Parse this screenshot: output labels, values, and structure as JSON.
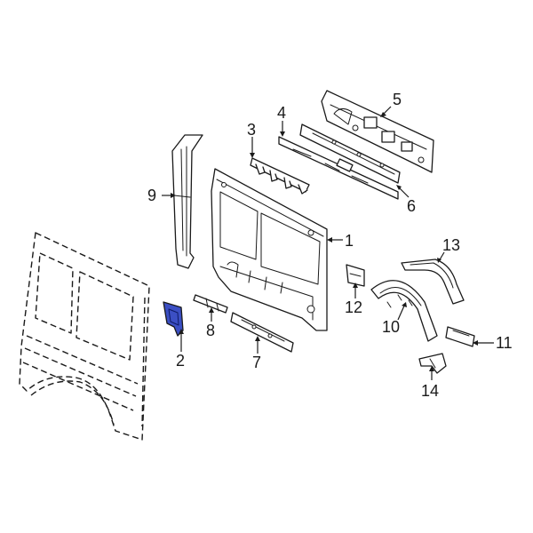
{
  "diagram": {
    "highlight_color": "#3b4fc4",
    "line_color": "#1a1a1a",
    "callouts": [
      {
        "id": "1",
        "label": "1"
      },
      {
        "id": "2",
        "label": "2"
      },
      {
        "id": "3",
        "label": "3"
      },
      {
        "id": "4",
        "label": "4"
      },
      {
        "id": "5",
        "label": "5"
      },
      {
        "id": "6",
        "label": "6"
      },
      {
        "id": "7",
        "label": "7"
      },
      {
        "id": "8",
        "label": "8"
      },
      {
        "id": "9",
        "label": "9"
      },
      {
        "id": "10",
        "label": "10"
      },
      {
        "id": "11",
        "label": "11"
      },
      {
        "id": "12",
        "label": "12"
      },
      {
        "id": "13",
        "label": "13"
      },
      {
        "id": "14",
        "label": "14"
      }
    ]
  }
}
